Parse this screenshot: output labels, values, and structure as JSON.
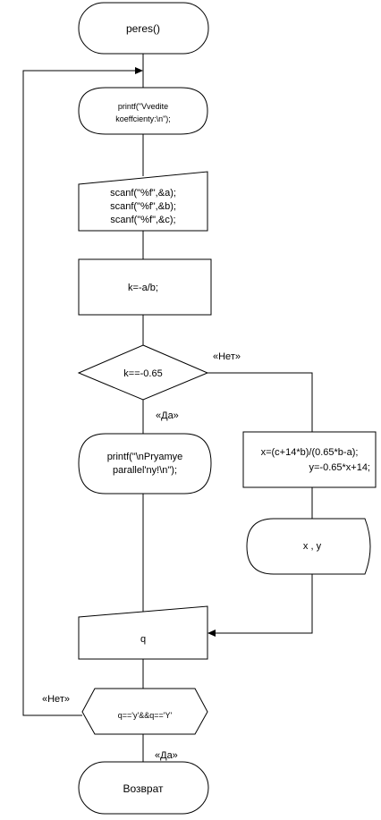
{
  "diagram": {
    "start": {
      "label": "peres()"
    },
    "output_prompt": {
      "lines": [
        "printf(\"Vvedite",
        "koeffcienty:\\n\");"
      ]
    },
    "input_coeffs": {
      "lines": [
        "scanf(\"%f\",&a);",
        "scanf(\"%f\",&b);",
        "scanf(\"%f\",&c);"
      ]
    },
    "process_k": {
      "label": "k=-a/b;"
    },
    "decision_k": {
      "label": "k==-0.65",
      "no_label": "«Нет»",
      "yes_label": "«Да»"
    },
    "output_parallel": {
      "lines": [
        "printf(\"\\nPryamye",
        "parallel'ny!\\n\");"
      ]
    },
    "process_xy": {
      "lines": [
        "x=(c+14*b)/(0.65*b-a);",
        "y=-0.65*x+14;"
      ]
    },
    "output_xy": {
      "label": "x , y"
    },
    "input_q": {
      "label": "q"
    },
    "loop_check": {
      "label": "q=='y'&&q=='Y'",
      "no_label": "«Нет»",
      "yes_label": "«Да»"
    },
    "end": {
      "label": "Возврат"
    }
  }
}
